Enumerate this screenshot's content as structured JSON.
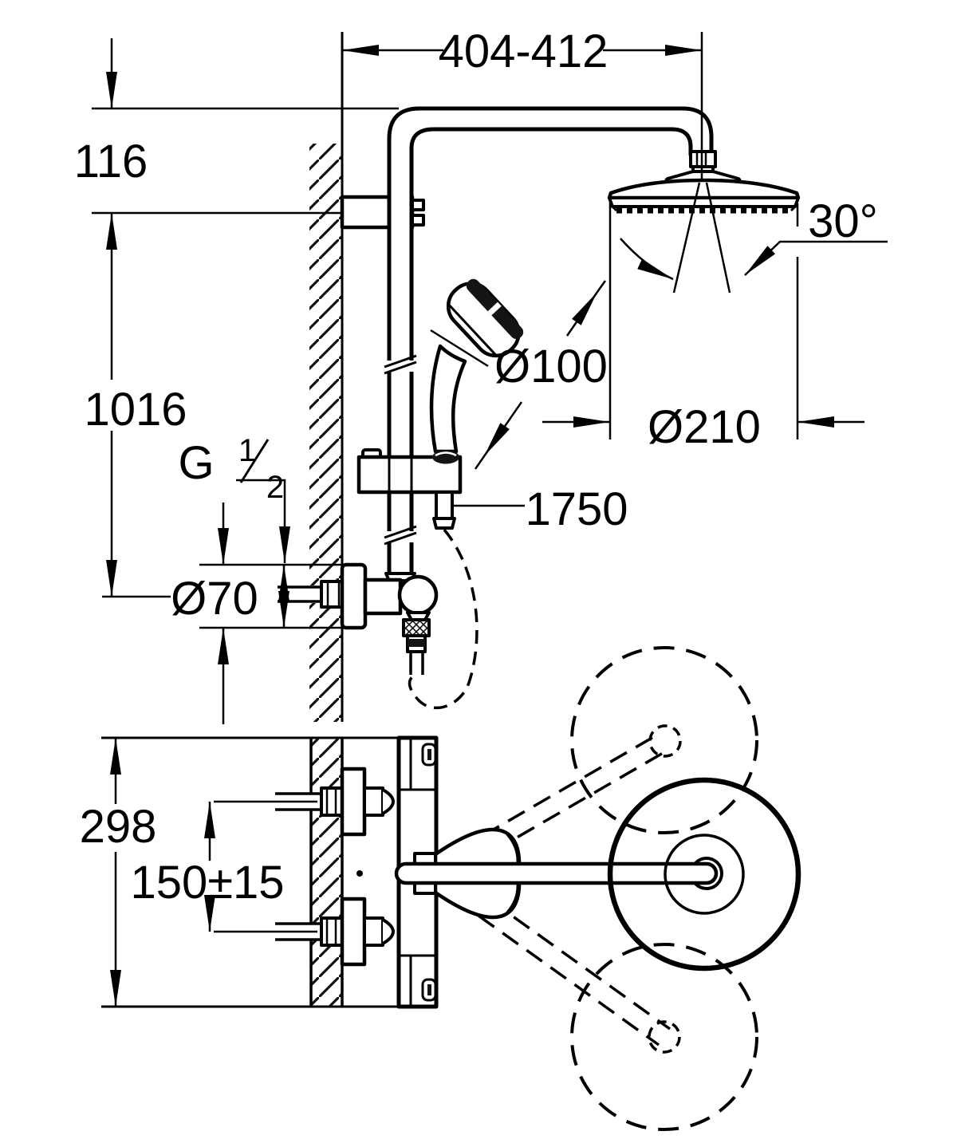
{
  "drawing": {
    "kind": "technical dimension drawing",
    "subject": "wall-mounted shower system with head shower, hand shower and exposed thermostat",
    "views": [
      "front elevation",
      "plan view with swivel range"
    ]
  },
  "dims": {
    "top_span": "404-412",
    "upper_height": "116",
    "rail_height": "1016",
    "angle": "30°",
    "hand_diameter": "Ø100",
    "head_diameter": "Ø210",
    "hose_length": "1750",
    "escutcheon_diameter": "Ø70",
    "depth": "298",
    "spacing": "150±15"
  },
  "thread": {
    "prefix": "G",
    "numerator": "1",
    "denominator": "2"
  },
  "colors": {
    "line": "#000000",
    "background": "#ffffff"
  }
}
